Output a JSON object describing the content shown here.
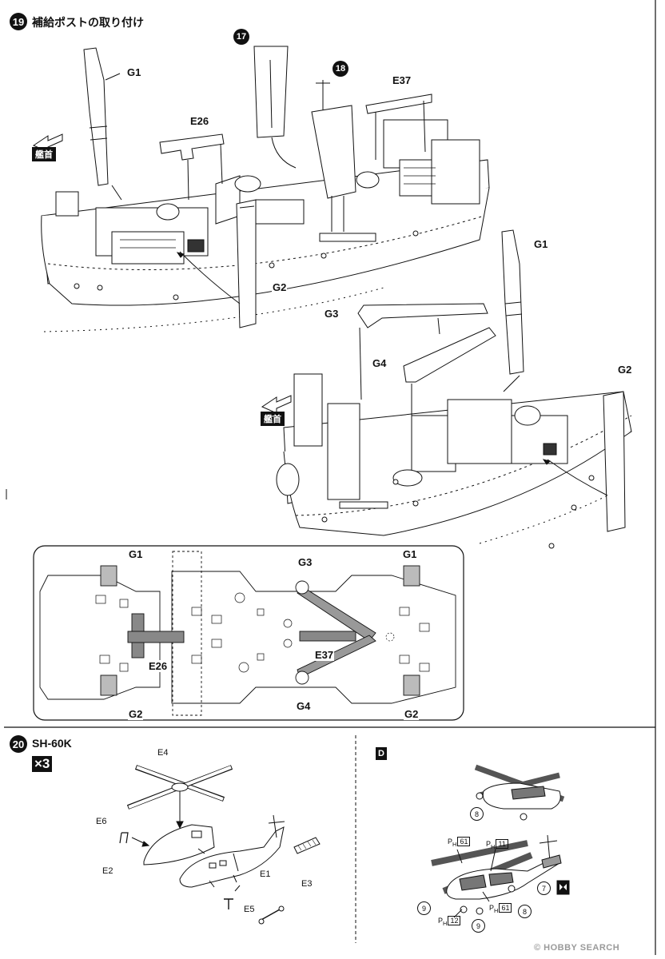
{
  "step19": {
    "number": "19",
    "title": "補給ポストの取り付け",
    "callout_17": "17",
    "callout_18": "18",
    "parts": {
      "g1": "G1",
      "g2": "G2",
      "g3": "G3",
      "g4": "G4",
      "e26": "E26",
      "e37": "E37"
    },
    "bow_label": "艦首"
  },
  "step20": {
    "number": "20",
    "title": "SH-60K",
    "multiplier": "×3",
    "parts": {
      "e1": "E1",
      "e2": "E2",
      "e3": "E3",
      "e4": "E4",
      "e5": "E5",
      "e6": "E6"
    },
    "paint_marker": "D",
    "paint_prefix": "P",
    "paint_sub": "H",
    "paint_codes": [
      "61",
      "11",
      "61",
      "12"
    ],
    "decals": [
      "8",
      "7",
      "8",
      "9",
      "9"
    ]
  },
  "watermark": "© HOBBY SEARCH"
}
